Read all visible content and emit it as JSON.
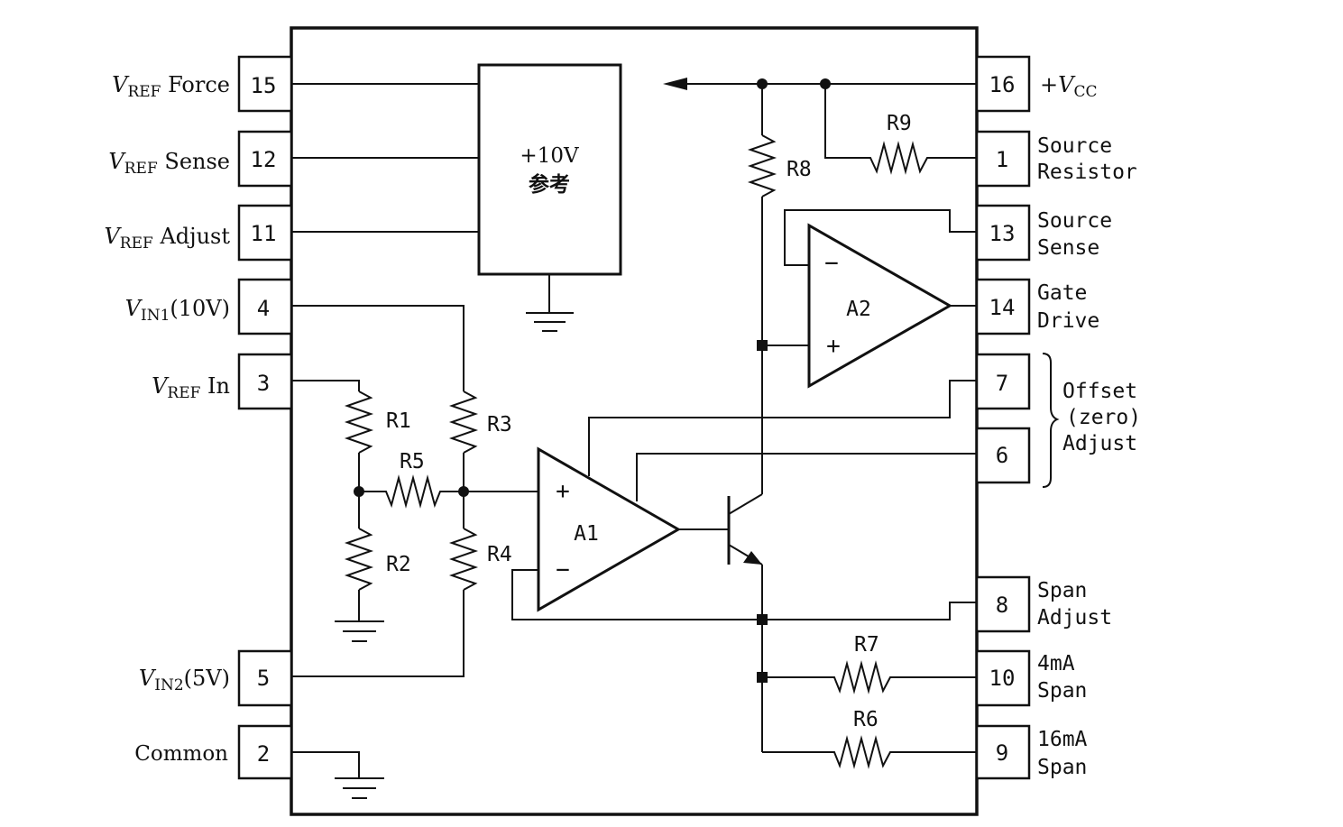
{
  "reference_block": {
    "line1": "+10V",
    "line2": "参考"
  },
  "amplifiers": {
    "a1": "A1",
    "a2": "A2",
    "plus": "+",
    "minus": "−"
  },
  "resistors": {
    "r1": "R1",
    "r2": "R2",
    "r3": "R3",
    "r4": "R4",
    "r5": "R5",
    "r6": "R6",
    "r7": "R7",
    "r8": "R8",
    "r9": "R9"
  },
  "left_pins": [
    {
      "number": "15",
      "label_main": "V",
      "label_sub": "REF",
      "label_rest": " Force"
    },
    {
      "number": "12",
      "label_main": "V",
      "label_sub": "REF",
      "label_rest": " Sense"
    },
    {
      "number": "11",
      "label_main": "V",
      "label_sub": "REF",
      "label_rest": " Adjust"
    },
    {
      "number": "4",
      "label_main": "V",
      "label_sub": "IN1",
      "label_rest": "(10V)"
    },
    {
      "number": "3",
      "label_main": "V",
      "label_sub": "REF",
      "label_rest": " In"
    },
    {
      "number": "5",
      "label_main": "V",
      "label_sub": "IN2",
      "label_rest": "(5V)"
    },
    {
      "number": "2",
      "label_main": "",
      "label_sub": "",
      "label_rest": "Common"
    }
  ],
  "right_pins": [
    {
      "number": "16",
      "label_main": "+V",
      "label_sub": "CC",
      "label_line2": ""
    },
    {
      "number": "1",
      "label_main": "Source",
      "label_sub": "",
      "label_line2": "Resistor"
    },
    {
      "number": "13",
      "label_main": "Source",
      "label_sub": "",
      "label_line2": "Sense"
    },
    {
      "number": "14",
      "label_main": "Gate",
      "label_sub": "",
      "label_line2": "Drive"
    },
    {
      "number": "7",
      "label_main": "",
      "label_sub": "",
      "label_line2": ""
    },
    {
      "number": "6",
      "label_main": "",
      "label_sub": "",
      "label_line2": ""
    },
    {
      "number": "8",
      "label_main": "Span",
      "label_sub": "",
      "label_line2": "Adjust"
    },
    {
      "number": "10",
      "label_main": "4mA",
      "label_sub": "",
      "label_line2": "Span"
    },
    {
      "number": "9",
      "label_main": "16mA",
      "label_sub": "",
      "label_line2": "Span"
    }
  ],
  "offset_group": {
    "line1": "Offset",
    "line2": "(zero)",
    "line3": "Adjust"
  }
}
